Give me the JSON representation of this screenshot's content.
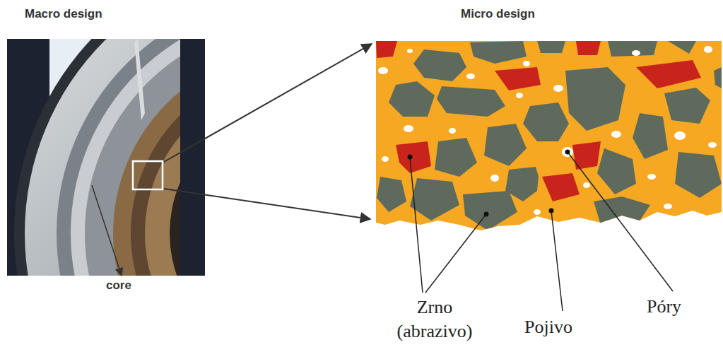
{
  "diagram": {
    "labels": [
      "Macro design",
      "core",
      "Micro design",
      "Zrno (abrazivo)",
      "Pojivo",
      "Póry"
    ]
  }
}
